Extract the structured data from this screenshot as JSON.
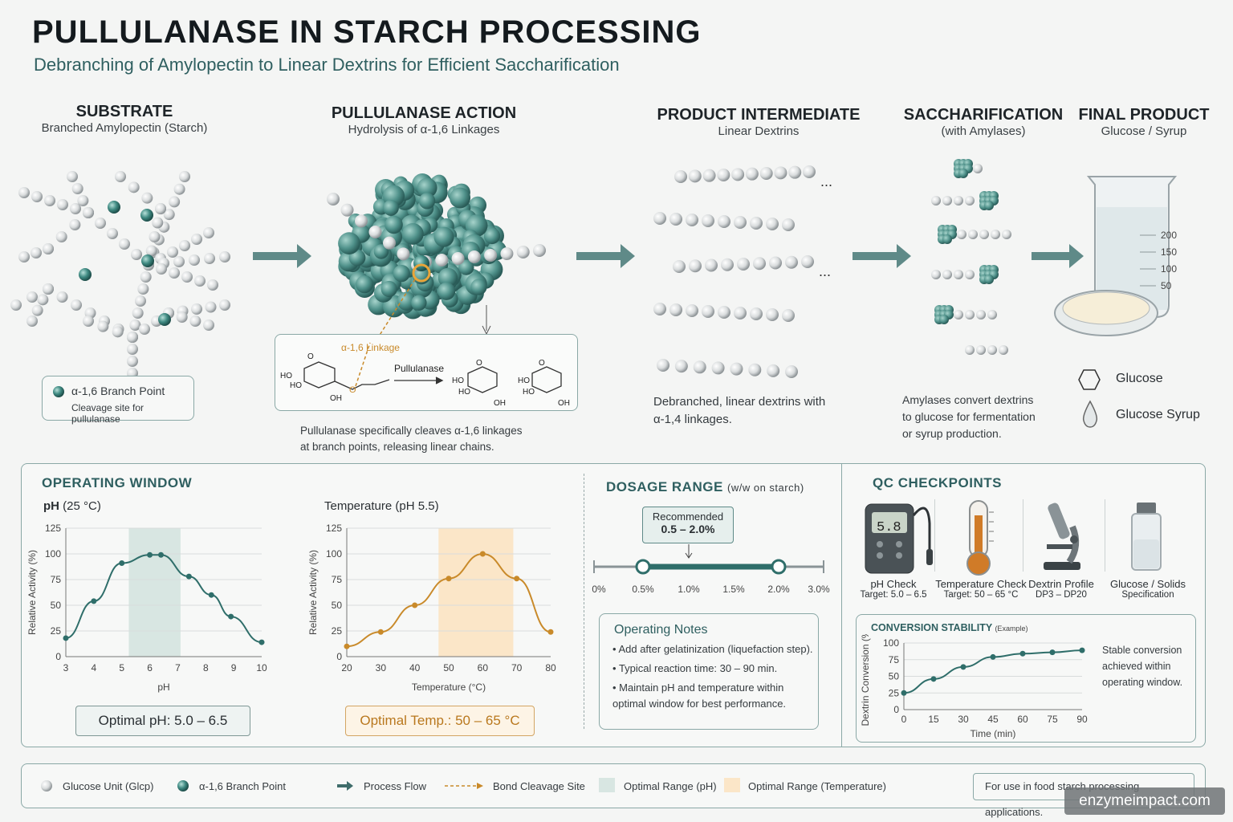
{
  "header": {
    "title": "PULLULANASE IN STARCH PROCESSING",
    "subtitle": "Debranching of Amylopectin to Linear Dextrins for Efficient Saccharification"
  },
  "stages": [
    {
      "title": "SUBSTRATE",
      "sub": "Branched Amylopectin (Starch)"
    },
    {
      "title": "PULLULANASE ACTION",
      "sub": "Hydrolysis of α-1,6 Linkages"
    },
    {
      "title": "PRODUCT INTERMEDIATE",
      "sub": "Linear Dextrins"
    },
    {
      "title": "SACCHARIFICATION",
      "sub": "(with Amylases)"
    },
    {
      "title": "FINAL PRODUCT",
      "sub": "Glucose / Syrup"
    }
  ],
  "substrate_key": {
    "label": "α-1,6 Branch Point",
    "sub": "Cleavage site for pullulanase"
  },
  "reaction": {
    "linkage": "α-1,6 Linkage",
    "enzyme": "Pullulanase",
    "ho": "HO",
    "oh": "OH",
    "o": "O",
    "caption_1": "Pullulanase specifically cleaves α-1,6 linkages",
    "caption_2": "at branch points, releasing linear chains."
  },
  "ellipsis": "...",
  "intermediate_caption": [
    "Debranched, linear dextrins with",
    "α-1,4 linkages."
  ],
  "sacch_caption": [
    "Amylases convert dextrins",
    "to glucose for fermentation",
    "or syrup production."
  ],
  "beaker_ticks": [
    "200",
    "150",
    "100",
    "50"
  ],
  "final_legend": [
    {
      "label": "Glucose",
      "icon": "hexagon-icon"
    },
    {
      "label": "Glucose Syrup",
      "icon": "droplet-icon"
    }
  ],
  "operating_window": {
    "title": "OPERATING WINDOW",
    "ph_chart_title": "pH",
    "ph_chart_cond": "(25 °C)",
    "temp_chart_title": "Temperature",
    "temp_chart_cond": "(pH 5.5)",
    "ph_optimal": "Optimal pH:  5.0 – 6.5",
    "temp_optimal": "Optimal Temp.: 50 – 65 °C"
  },
  "dosage": {
    "title": "DOSAGE RANGE",
    "title_note": "(w/w on starch)",
    "rec_label": "Recommended",
    "rec_value": "0.5 – 2.0%",
    "ticks": [
      "0%",
      "0.5%",
      "1.0%",
      "1.5%",
      "2.0%",
      "3.0%"
    ],
    "range_low": 0.5,
    "range_high": 2.0
  },
  "notes": {
    "title": "Operating Notes",
    "items": [
      "Add after gelatinization (liquefaction step).",
      "Typical reaction time: 30 – 90 min.",
      "Maintain pH and temperature within optimal window for best performance."
    ]
  },
  "qc": {
    "title": "QC CHECKPOINTS",
    "meter_reading": "5.8",
    "items": [
      {
        "label": "pH Check",
        "sub": "Target: 5.0 – 6.5",
        "icon": "ph-meter-icon"
      },
      {
        "label": "Temperature Check",
        "sub": "Target: 50 – 65 °C",
        "icon": "thermometer-icon"
      },
      {
        "label": "Dextrin Profile",
        "sub": "DP3 – DP20",
        "icon": "microscope-icon"
      },
      {
        "label": "Glucose / Solids",
        "sub": "Specification",
        "icon": "vial-icon"
      }
    ],
    "stability_title": "CONVERSION STABILITY",
    "stability_note": "(Example)",
    "stability_caption": [
      "Stable conversion",
      "achieved within",
      "operating window."
    ]
  },
  "chart_data": [
    {
      "type": "line",
      "title": "",
      "xlabel": "pH",
      "ylabel": "Relative Activity (%)",
      "x": [
        3,
        4,
        5,
        6,
        6.4,
        7.4,
        8.2,
        8.9,
        10
      ],
      "series": [
        {
          "values": [
            18,
            54,
            91,
            99,
            99,
            78,
            60,
            39,
            14
          ]
        }
      ],
      "xticks": [
        "3",
        "4",
        "5",
        "6",
        "7",
        "8",
        "9",
        "10"
      ],
      "yticks": [
        "0",
        "25",
        "50",
        "75",
        "100",
        "125"
      ],
      "xlim": [
        3,
        10
      ],
      "ylim": [
        0,
        125
      ],
      "highlight": [
        5.25,
        7.1
      ],
      "color": "#2f6e6a"
    },
    {
      "type": "line",
      "title": "",
      "xlabel": "Temperature (°C)",
      "ylabel": "Relative Activity (%)",
      "x": [
        20,
        30,
        40,
        50,
        60,
        70,
        80
      ],
      "series": [
        {
          "values": [
            10,
            24,
            50,
            76,
            100,
            76,
            24
          ]
        }
      ],
      "xticks": [
        "20",
        "30",
        "40",
        "50",
        "60",
        "70",
        "80"
      ],
      "yticks": [
        "0",
        "25",
        "50",
        "75",
        "100",
        "125"
      ],
      "xlim": [
        20,
        80
      ],
      "ylim": [
        0,
        125
      ],
      "highlight": [
        47,
        69
      ],
      "color": "#c98a2a"
    },
    {
      "type": "line",
      "title": "",
      "xlabel": "Time (min)",
      "ylabel": "Dextrin Conversion (%)",
      "x": [
        0,
        15,
        30,
        45,
        60,
        75,
        90
      ],
      "series": [
        {
          "values": [
            25,
            46,
            64,
            79,
            84,
            86,
            89
          ]
        }
      ],
      "xticks": [
        "0",
        "15",
        "30",
        "45",
        "60",
        "75",
        "90"
      ],
      "yticks": [
        "0",
        "25",
        "50",
        "75",
        "100"
      ],
      "xlim": [
        0,
        90
      ],
      "ylim": [
        0,
        100
      ],
      "color": "#2f6e6a"
    }
  ],
  "legend": [
    {
      "label": "Glucose Unit (Glcp)",
      "icon": "glucose-unit-icon"
    },
    {
      "label": "α-1,6 Branch Point",
      "icon": "branch-point-icon"
    },
    {
      "label": "Process Flow",
      "icon": "arrow-icon"
    },
    {
      "label": "Bond Cleavage Site",
      "icon": "dashed-line-icon"
    },
    {
      "label": "Optimal Range (pH)",
      "icon": "teal-swatch-icon"
    },
    {
      "label": "Optimal Range (Temperature)",
      "icon": "orange-swatch-icon"
    }
  ],
  "footer_note": "For use in food starch processing applications.",
  "watermark": "enzymeimpact.com",
  "colors": {
    "teal": "#2f6e6a",
    "teal_light": "#d8e6e2",
    "orange": "#c98a2a",
    "orange_light": "#fbe6c8"
  }
}
